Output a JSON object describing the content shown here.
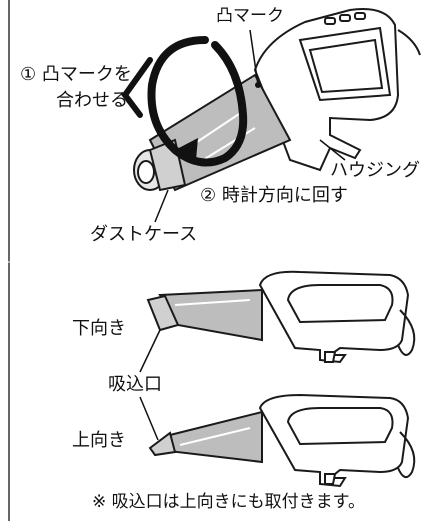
{
  "labels": {
    "convex_mark": "凸マーク",
    "align_line1": "① 凸マークを",
    "align_line2": "合わせる",
    "housing": "ハウジング",
    "rotate": "② 時計方向に回す",
    "dust_case": "ダストケース",
    "down": "下向き",
    "intake": "吸込口",
    "up": "上向き",
    "note": "※ 吸込口は上向きにも取付きます。"
  },
  "colors": {
    "line": "#1a1a1a",
    "fill_gray": "#bdbdbd",
    "fill_light": "#e6e6e6"
  }
}
